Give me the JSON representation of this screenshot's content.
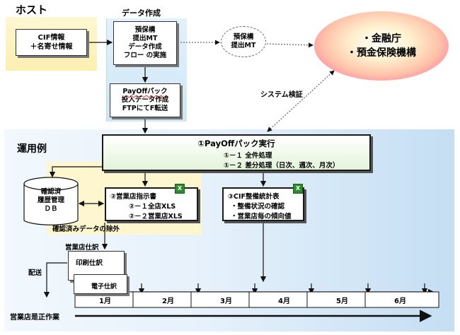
{
  "labels": {
    "host": "ホスト",
    "data_creation": "データ作成",
    "system_check": "システム検証",
    "operation_example": "運用例"
  },
  "cif_box": {
    "line1": "CIF情報",
    "line2": "＋名寄せ情報"
  },
  "data_box1": {
    "line1": "預保構",
    "line2": "提出MT",
    "line3": "データ作成",
    "line4": "フロー の実施"
  },
  "data_box2": {
    "line1": "PayOffパック",
    "line2": "投入データ作成",
    "line3": "FTPにてF転送"
  },
  "mt_bubble": {
    "line1": "預保構",
    "line2": "提出MT"
  },
  "regulator": {
    "line1": "・金融庁",
    "line2": "・預金保険機構"
  },
  "payoff_box": {
    "title": "①PayOffパック実行",
    "line1": "①－１ 全件処理",
    "line2": "①－２ 差分処理（日次、週次、月次）"
  },
  "db": {
    "line1": "確認済",
    "line2": "履歴管理",
    "line3": "ＤＢ"
  },
  "exclusion_label": "確認済みデータの除外",
  "box2": {
    "title": "②営業店指示書",
    "line1": "②－１全店XLS",
    "line2": "②－２営業店XLS"
  },
  "box3": {
    "title": "③CIF整備統計表",
    "line1": "・整備状況の確認",
    "line2": "・営業店毎の傾向値"
  },
  "xls_icon_glyph": "X",
  "branch_label": "営業店仕訳",
  "delivery_label": "配送",
  "doc1_label": "印刷仕訳",
  "doc2_label": "電子仕訳",
  "timeline": {
    "months": [
      "1月",
      "2月",
      "3月",
      "4月",
      "5月",
      "6月"
    ]
  },
  "correction_label": "営業店是正作業",
  "colors": {
    "host_panel": "#fcefb0",
    "data_panel": "#cfe6f5",
    "ops_panel": "#c4def3",
    "regulator_outer": "#ff6f98",
    "payoff_fill": "#e3f4da",
    "xls_green": "#2e8b2e",
    "wavy_underline": "#d22222"
  }
}
